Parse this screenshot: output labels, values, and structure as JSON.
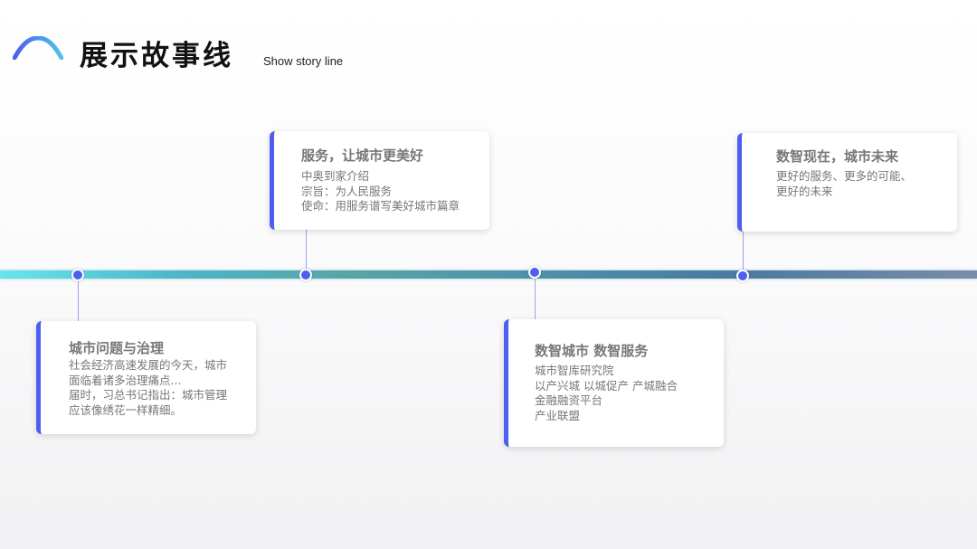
{
  "header": {
    "title": "展示故事线",
    "subtitle": "Show story line",
    "logo_icon": "mountain-arc-logo"
  },
  "colors": {
    "accent": "#4d5ff0",
    "timeline_start": "#66e6ea",
    "timeline_end": "#7a8ca8",
    "card_text": "#777777"
  },
  "cards": [
    {
      "title": "城市问题与治理",
      "lines": [
        "社会经济高速发展的今天，城市",
        "面临着诸多治理痛点...",
        "届时，习总书记指出：城市管理",
        "应该像绣花一样精细。"
      ]
    },
    {
      "title": "服务，让城市更美好",
      "lines": [
        "中奥到家介绍",
        "宗旨：为人民服务",
        "使命：用服务谱写美好城市篇章"
      ]
    },
    {
      "title": "数智城市 数智服务",
      "lines": [
        "城市智库研究院",
        "以产兴城 以城促产 产城融合",
        "金融融资平台",
        "产业联盟"
      ]
    },
    {
      "title": "数智现在，城市未来",
      "lines": [
        "更好的服务、更多的可能、",
        "更好的未来"
      ]
    }
  ]
}
